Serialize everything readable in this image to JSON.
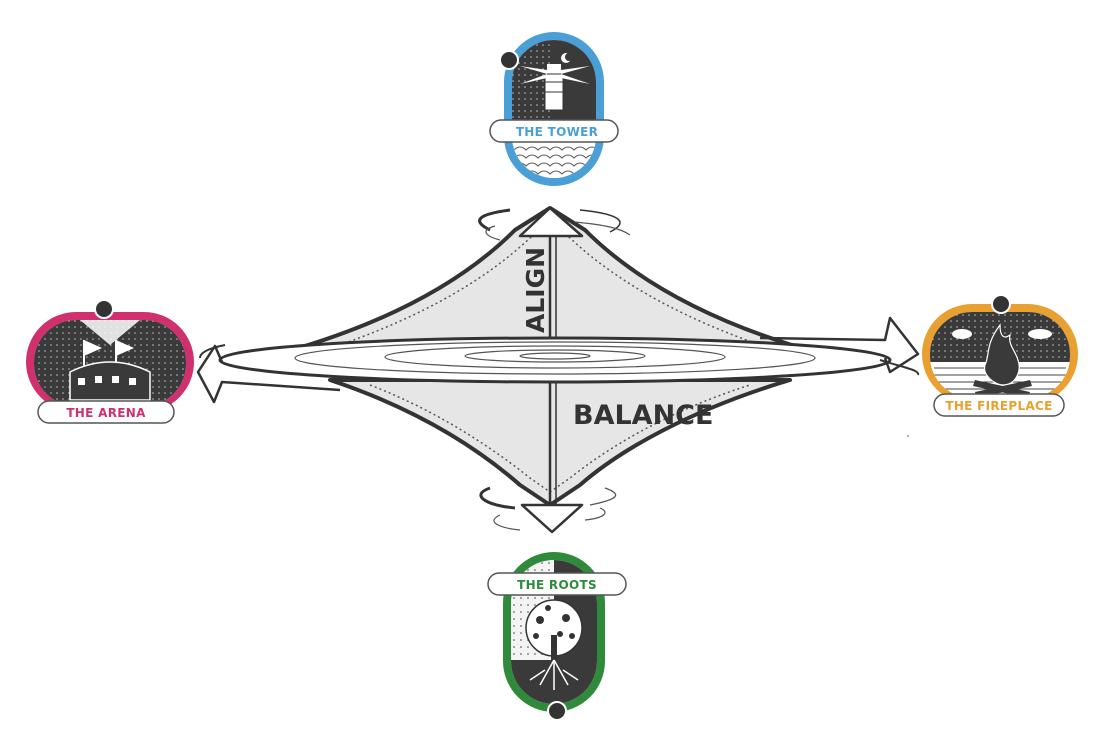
{
  "labels": {
    "align": "ALIGN",
    "balance": "BALANCE"
  },
  "badges": {
    "tower": {
      "label": "THE TOWER",
      "color": "#4a9fd6"
    },
    "arena": {
      "label": "THE ARENA",
      "color": "#d0306e"
    },
    "fireplace": {
      "label": "THE FIREPLACE",
      "color": "#e8a030"
    },
    "roots": {
      "label": "THE ROOTS",
      "color": "#2f8a3c"
    }
  },
  "colors": {
    "ink": "#333333",
    "fill": "#e8e8e8",
    "dark": "#3a3a3a"
  }
}
